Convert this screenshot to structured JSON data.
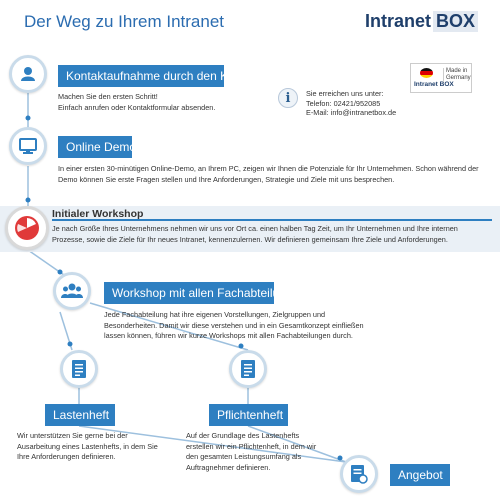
{
  "header": {
    "title": "Der Weg zu Ihrem Intranet",
    "logo_text": "Intranet",
    "logo_box": "BOX"
  },
  "badge": {
    "brand": "Intranet BOX",
    "made_in": "Made in\nGermany"
  },
  "contact": {
    "line1": "Sie erreichen uns unter:",
    "line2": "Telefon: 02421/952085",
    "line3": "E-Mail: info@intranetbox.de"
  },
  "steps": [
    {
      "title": "Kontaktaufnahme durch den Kunden",
      "text": "Machen Sie den ersten Schritt!\nEinfach anrufen oder Kontaktformular absenden.",
      "icon": "person-icon"
    },
    {
      "title": "Online Demo",
      "text": "In einer ersten 30-minütigen Online-Demo, an Ihrem PC, zeigen wir Ihnen die Potenziale für Ihr Unternehmen. Schon während der Demo können Sie erste Fragen stellen und Ihre Anforderungen, Strategie und Ziele mit uns besprechen.",
      "icon": "monitor-icon"
    },
    {
      "title": "Initialer Workshop",
      "text": "Je nach Größe Ihres Unternehmens nehmen wir uns vor Ort ca. einen halben Tag Zeit, um Ihr Unternehmen und Ihre internen Prozesse, sowie die Ziele für Ihr neues Intranet, kennenzulernen. Wir definieren gemeinsam Ihre Ziele und Anforderungen.",
      "icon": "pie-chart-icon"
    },
    {
      "title": "Workshop mit allen Fachabteilungen",
      "text": "Jede Fachabteilung hat ihre eigenen Vorstellungen, Zielgruppen und Besonderheiten. Damit wir diese verstehen und in ein Gesamtkonzept einfließen lassen können, führen wir kurze Workshops mit allen Fachabteilungen durch.",
      "icon": "group-icon"
    },
    {
      "title": "Lastenheft",
      "text": "Wir unterstützen Sie gerne bei der Ausarbeitung eines Lastenhefts, in dem Sie Ihre Anforderungen definieren.",
      "icon": "document-icon"
    },
    {
      "title": "Pflichtenheft",
      "text": "Auf der Grundlage des Lastenhefts erstellen wir ein Pflichtenheft, in dem wir den gesamten Leistungsumfang als Auftragnehmer definieren.",
      "icon": "document-icon"
    },
    {
      "title": "Angebot",
      "text": "",
      "icon": "offer-document-icon"
    }
  ],
  "colors": {
    "accent": "#2e7fc1",
    "title_blue": "#2b6cb0",
    "highlight_red": "#e03a3a",
    "highlight_bg": "#eaf0f6"
  }
}
